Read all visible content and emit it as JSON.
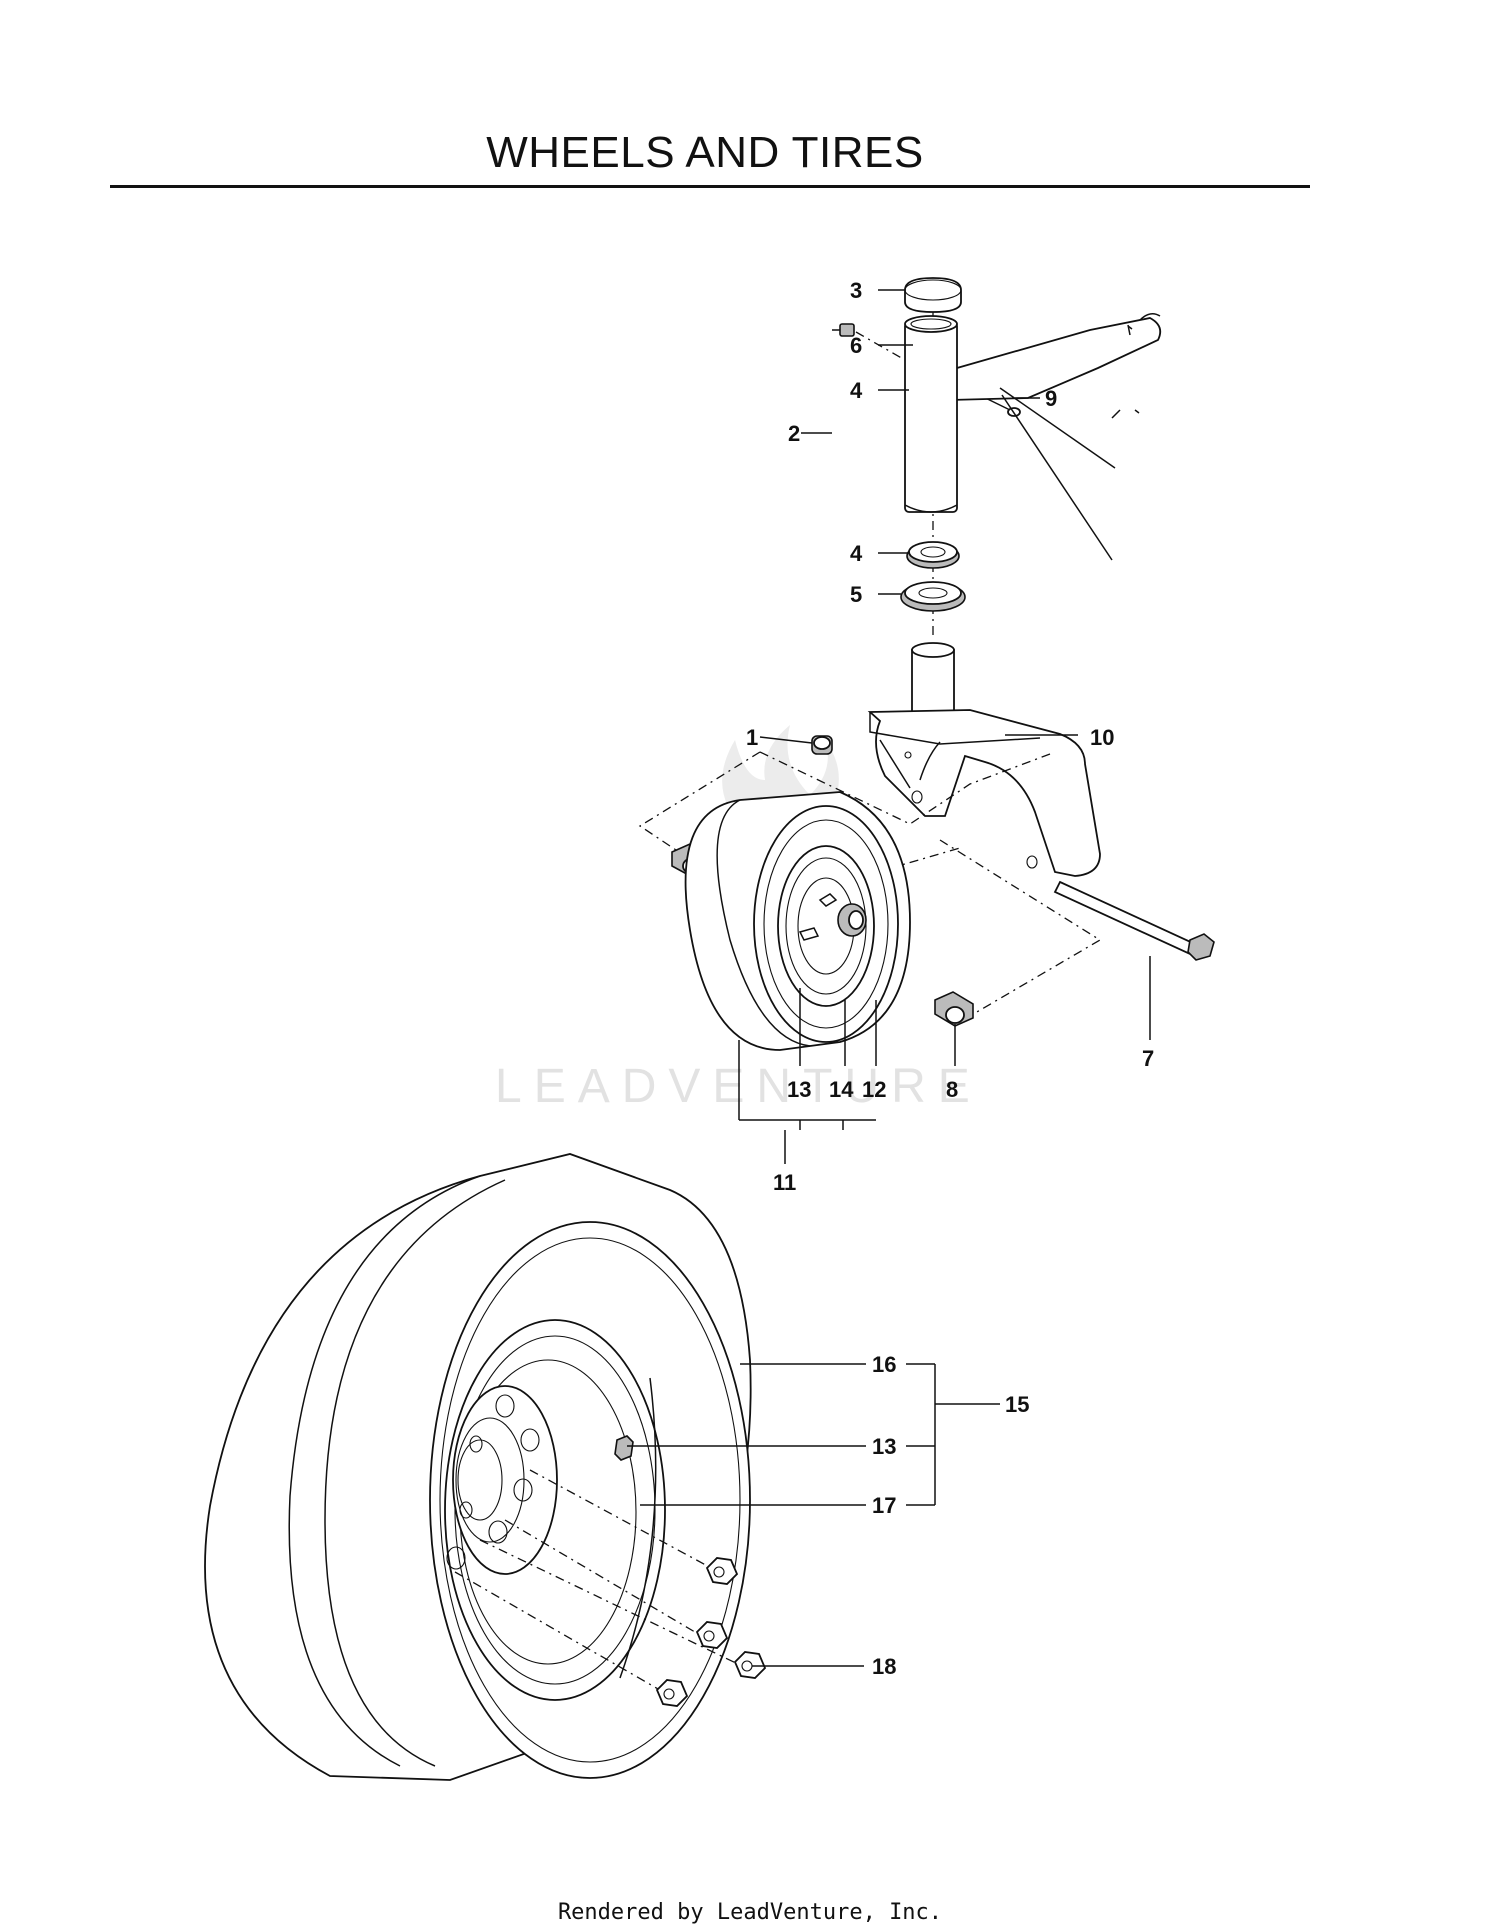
{
  "page": {
    "title": "WHEELS AND TIRES",
    "watermark": "LEADVENTURE",
    "footer": "Rendered by LeadVenture, Inc."
  },
  "callouts": {
    "c1": "1",
    "c2": "2",
    "c3": "3",
    "c4a": "4",
    "c4b": "4",
    "c5": "5",
    "c6": "6",
    "c7": "7",
    "c8": "8",
    "c9": "9",
    "c10": "10",
    "c11": "11",
    "c12": "12",
    "c13a": "13",
    "c14": "14",
    "c15": "15",
    "c16": "16",
    "c13b": "13",
    "c17": "17",
    "c18": "18"
  }
}
